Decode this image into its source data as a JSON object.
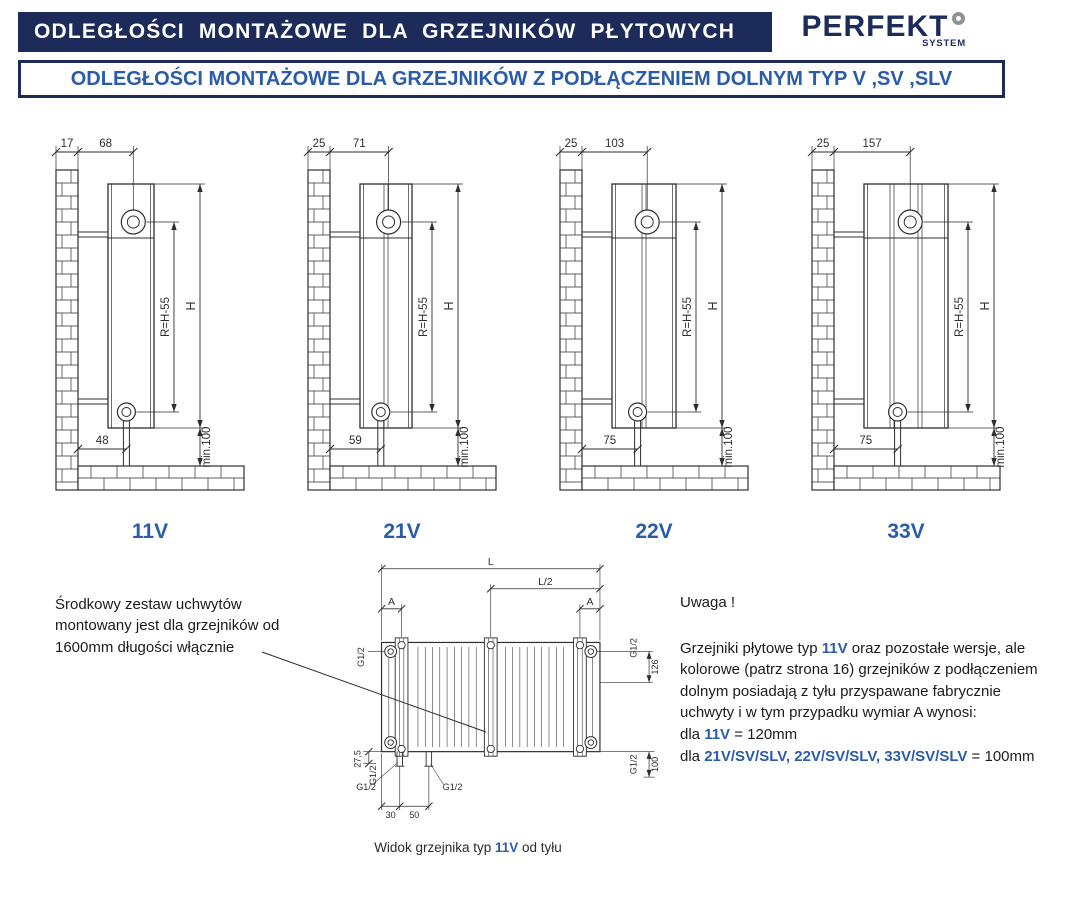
{
  "colors": {
    "navy": "#1c2b5a",
    "blue": "#2a5ca8",
    "ink": "#2e2e2e"
  },
  "header": {
    "title": "ODLEGŁOŚCI MONTAŻOWE DLA GRZEJNIKÓW PŁYTOWYCH",
    "logo_text": "PERFEKT",
    "logo_sub": "SYSTEM"
  },
  "subheader": {
    "title": "ODLEGŁOŚCI MONTAŻOWE DLA GRZEJNIKÓW Z PODŁĄCZENIEM DOLNYM TYP V ,SV ,SLV"
  },
  "side_diagrams": [
    {
      "label": "11V",
      "dim_wall": "17",
      "dim_top": "68",
      "dim_r": "R=H-55",
      "dim_h": "H",
      "dim_bottom": "48",
      "dim_min": "min.100",
      "panels": 1,
      "rad_w": 46
    },
    {
      "label": "21V",
      "dim_wall": "25",
      "dim_top": "71",
      "dim_r": "R=H-55",
      "dim_h": "H",
      "dim_bottom": "59",
      "dim_min": "min.100",
      "panels": 2,
      "rad_w": 52
    },
    {
      "label": "22V",
      "dim_wall": "25",
      "dim_top": "103",
      "dim_r": "R=H-55",
      "dim_h": "H",
      "dim_bottom": "75",
      "dim_min": "min.100",
      "panels": 2,
      "rad_w": 64
    },
    {
      "label": "33V",
      "dim_wall": "25",
      "dim_top": "157",
      "dim_r": "R=H-55",
      "dim_h": "H",
      "dim_bottom": "75",
      "dim_min": "min.100",
      "panels": 3,
      "rad_w": 84
    }
  ],
  "left_note": {
    "text": "Środkowy zestaw uchwytów montowany jest dla grzejników od 1600mm długości włącznie"
  },
  "rear_view": {
    "dim_l": "L",
    "dim_l2": "L/2",
    "dim_a": "A",
    "dim_g": "G1/2",
    "dim_126": "126",
    "dim_275": "27,5",
    "dim_100": "100",
    "dim_30": "30",
    "dim_50": "50",
    "caption_prefix": "Widok grzejnika typ ",
    "caption_type": "11V",
    "caption_suffix": " od tyłu"
  },
  "right_note": {
    "title": "Uwaga !",
    "p1_a": "Grzejniki płytowe typ ",
    "p1_b": "11V",
    "p1_c": " oraz pozostałe wersje, ale kolorowe (patrz strona 16) grzejników z podłączeniem dolnym posiadają z tyłu przyspawane fabrycznie uchwyty i w tym przypadku wymiar A wynosi:",
    "l1_a": "dla ",
    "l1_b": "11V",
    "l1_c": " = 120mm",
    "l2_a": "dla ",
    "l2_b": "21V/SV/SLV, 22V/SV/SLV, 33V/SV/SLV",
    "l2_c": " = 100mm"
  }
}
